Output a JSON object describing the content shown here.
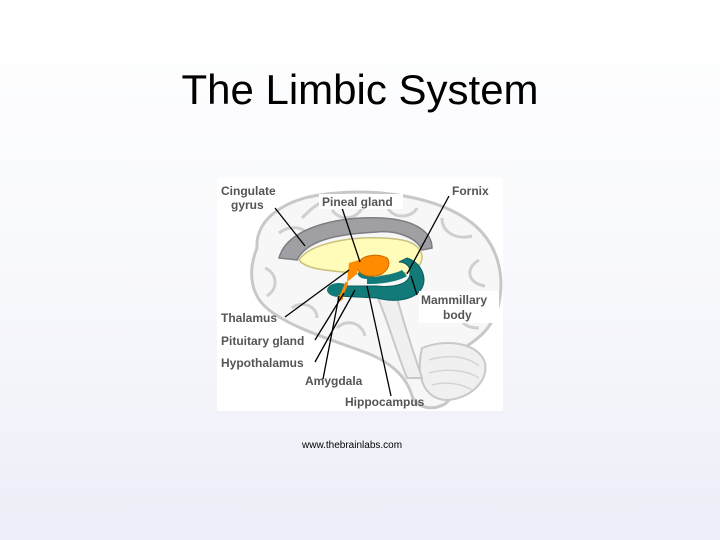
{
  "slide": {
    "title": "The Limbic System",
    "caption": "www.thebrainlabs.com"
  },
  "diagram": {
    "labels": {
      "cingulate_gyrus_1": "Cingulate",
      "cingulate_gyrus_2": "gyrus",
      "pineal_gland": "Pineal gland",
      "fornix": "Fornix",
      "mammillary_1": "Mammillary",
      "mammillary_2": "body",
      "thalamus": "Thalamus",
      "pituitary": "Pituitary gland",
      "hypothalamus": "Hypothalamus",
      "amygdala": "Amygdala",
      "hippocampus": "Hippocampus"
    },
    "colors": {
      "cingulate": "#a0a0a4",
      "corpus": "#fffbb8",
      "thalamus": "#ff8c00",
      "hippocampus": "#137a7a",
      "brain_outline": "#c8c8c8"
    }
  }
}
